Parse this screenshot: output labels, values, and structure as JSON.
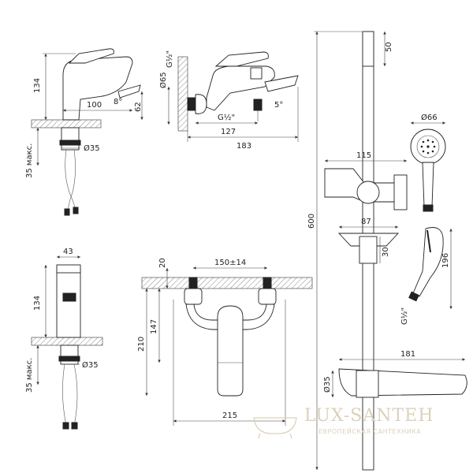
{
  "dimensions": {
    "d134a": "134",
    "d100": "100",
    "d8deg": "8°",
    "d62": "62",
    "d35max_a": "35 макс.",
    "dphi35_a": "Ø35",
    "dG12_a": "G½\"",
    "dphi65": "Ø65",
    "dG12_b": "G½\"",
    "d5deg": "5°",
    "d127": "127",
    "d183": "183",
    "d43": "43",
    "d134b": "134",
    "d35max_b": "35 макс.",
    "dphi35_b": "Ø35",
    "d20": "20",
    "d150": "150±14",
    "d147": "147",
    "d210": "210",
    "d215": "215",
    "d600": "600",
    "d50": "50",
    "d115": "115",
    "d87": "87",
    "d30": "30",
    "dphi66": "Ø66",
    "d196": "196",
    "dG12_c": "G½\"",
    "d181": "181",
    "dphi35_c": "Ø35"
  },
  "watermark": {
    "brand": "LUX-SANTEH",
    "tagline": "ЕВРОПЕЙСКАЯ САНТЕХНИКА"
  }
}
